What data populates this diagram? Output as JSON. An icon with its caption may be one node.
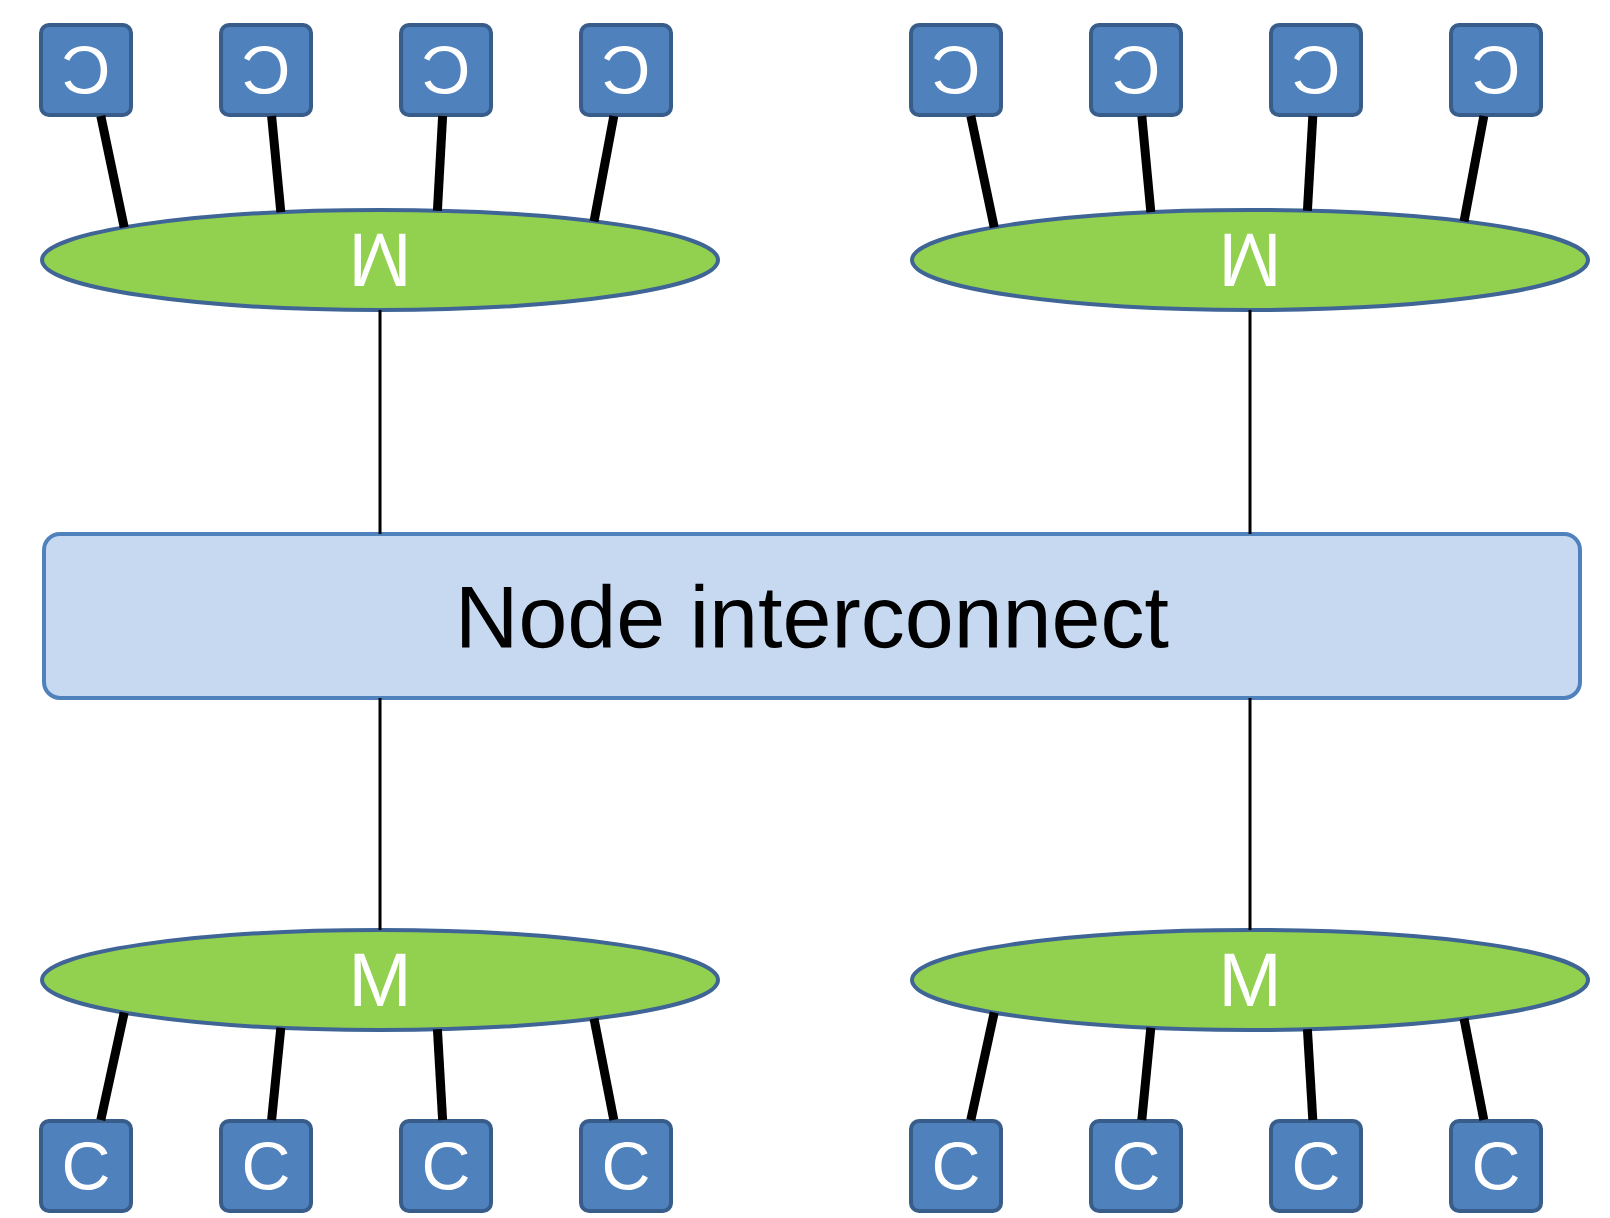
{
  "diagram": {
    "nodes": [
      {
        "text": [
          "C"
        ]
      },
      {
        "text": [
          "C"
        ]
      },
      {
        "text": [
          "C"
        ]
      },
      {
        "text": [
          "C"
        ]
      },
      {
        "text": [
          "C"
        ]
      },
      {
        "text": [
          "C"
        ]
      },
      {
        "text": [
          "C"
        ]
      },
      {
        "text": [
          "C"
        ]
      },
      {
        "text": [
          "M"
        ]
      },
      {
        "text": [
          "M"
        ]
      },
      {
        "text": [
          "Node interconnect"
        ]
      },
      {
        "text": [
          "M"
        ]
      },
      {
        "text": [
          "M"
        ]
      },
      {
        "text": [
          "C"
        ]
      },
      {
        "text": [
          "C"
        ]
      },
      {
        "text": [
          "C"
        ]
      },
      {
        "text": [
          "C"
        ]
      },
      {
        "text": [
          "C"
        ]
      },
      {
        "text": [
          "C"
        ]
      },
      {
        "text": [
          "C"
        ]
      },
      {
        "text": [
          "C"
        ]
      }
    ],
    "edges": [
      {
        "from": 0,
        "to": 8,
        "arrow": "none"
      },
      {
        "from": 1,
        "to": 8,
        "arrow": "none"
      },
      {
        "from": 2,
        "to": 8,
        "arrow": "none"
      },
      {
        "from": 3,
        "to": 8,
        "arrow": "none"
      },
      {
        "from": 4,
        "to": 9,
        "arrow": "none"
      },
      {
        "from": 5,
        "to": 9,
        "arrow": "none"
      },
      {
        "from": 6,
        "to": 9,
        "arrow": "none"
      },
      {
        "from": 7,
        "to": 9,
        "arrow": "none"
      },
      {
        "from": 8,
        "to": 10,
        "arrow": "none"
      },
      {
        "from": 9,
        "to": 10,
        "arrow": "none"
      },
      {
        "from": 10,
        "to": 11,
        "arrow": "none"
      },
      {
        "from": 10,
        "to": 12,
        "arrow": "none"
      },
      {
        "from": 11,
        "to": 13,
        "arrow": "none"
      },
      {
        "from": 11,
        "to": 14,
        "arrow": "none"
      },
      {
        "from": 11,
        "to": 15,
        "arrow": "none"
      },
      {
        "from": 11,
        "to": 16,
        "arrow": "none"
      },
      {
        "from": 12,
        "to": 17,
        "arrow": "none"
      },
      {
        "from": 12,
        "to": 18,
        "arrow": "none"
      },
      {
        "from": 12,
        "to": 19,
        "arrow": "none"
      },
      {
        "from": 12,
        "to": 20,
        "arrow": "none"
      }
    ]
  }
}
